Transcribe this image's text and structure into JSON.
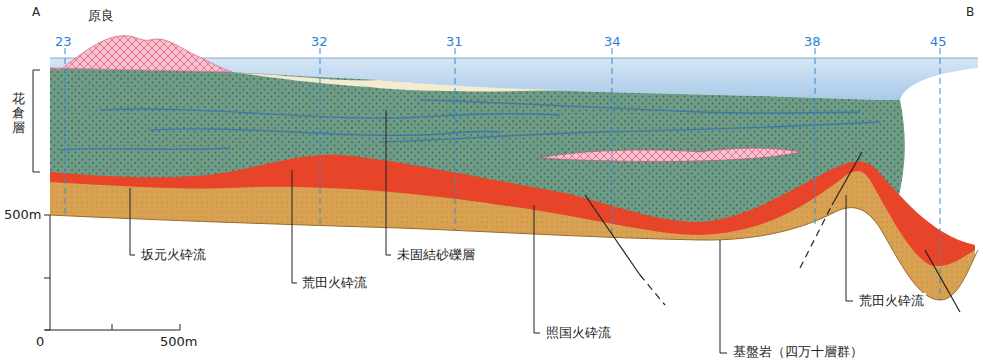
{
  "diagram": {
    "labels": [
      "A",
      "原良",
      "23",
      "32",
      "31",
      "34",
      "38",
      "45",
      "B",
      "花倉層",
      "500m",
      "0",
      "500m",
      "坂元火砕流",
      "荒田火砕流",
      "未固結砂礫層",
      "照国火砕流",
      "基盤岩（四万十層群）",
      "荒田火砕流"
    ]
  }
}
